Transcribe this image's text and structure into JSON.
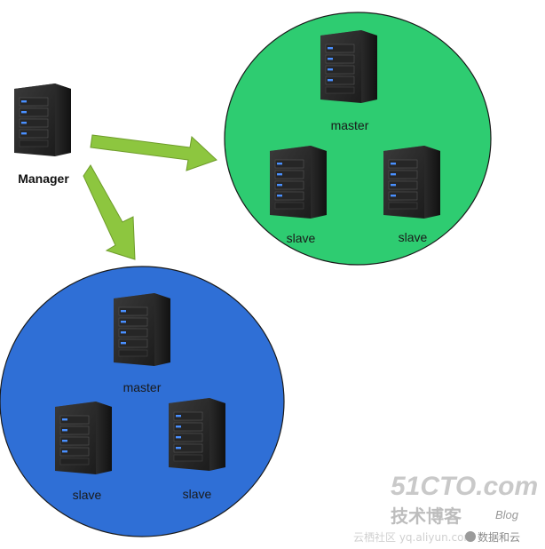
{
  "manager": {
    "label": "Manager"
  },
  "green_cluster": {
    "color": "#2ecc71",
    "master_label": "master",
    "slave_labels": [
      "slave",
      "slave"
    ]
  },
  "blue_cluster": {
    "color": "#2f6fd6",
    "master_label": "master",
    "slave_labels": [
      "slave",
      "slave"
    ]
  },
  "arrows": {
    "color": "#8dc63f"
  },
  "watermark": {
    "site": "51CTO.com",
    "chinese": "技术博客",
    "blog": "Blog",
    "subtitle_left": "云栖社区 yq.aliyun.com",
    "subtitle_right": "数据和云"
  }
}
